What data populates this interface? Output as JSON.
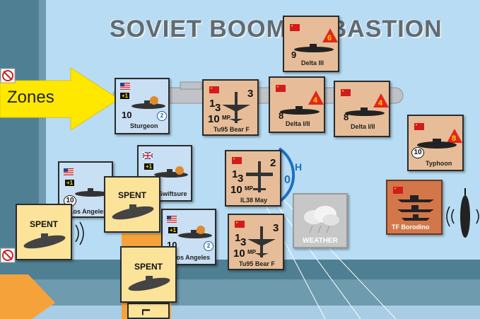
{
  "title": "SOVIET BOOMER BASTION",
  "zones_label": "Zones",
  "bottom_fragment": "es",
  "bottom_digit": "L",
  "arc_labels": {
    "h": "H",
    "zero": "0"
  },
  "colors": {
    "us_counter": "#c9dff4",
    "soviet_counter": "#e6bd98",
    "spent_counter": "#fbe39a",
    "tf_counter": "#d3774a",
    "arrow": "#ffe800",
    "sea": "#b7dcf3"
  },
  "counters": {
    "sturgeon": {
      "name": "Sturgeon",
      "strength": "10",
      "bonus": "+1",
      "circle": "2"
    },
    "swiftsure": {
      "name": "Swiftsure",
      "bonus": "+1"
    },
    "los_angeles_1": {
      "name": "Los Angeles",
      "strength": "10",
      "bonus": "+1"
    },
    "los_angeles_2": {
      "name": "Los Angeles",
      "strength": "10",
      "bonus": "+1",
      "circle": "2"
    },
    "delta_iii": {
      "name": "Delta III",
      "strength": "9",
      "rating": "6"
    },
    "delta_iv_1": {
      "name": "Delta I/II",
      "strength": "8",
      "rating": "4"
    },
    "delta_iv_2": {
      "name": "Delta I/II",
      "strength": "8",
      "rating": "4"
    },
    "typhoon": {
      "name": "Typhoon",
      "strength": "10",
      "rating": "8"
    },
    "tu95_1": {
      "name": "Tu95 Bear F",
      "top_left": "1",
      "top_sub": "3",
      "top_right": "3",
      "strength": "10",
      "mp": "MP"
    },
    "il38": {
      "name": "IL38 May",
      "top_left": "1",
      "top_sub": "3",
      "top_right": "2",
      "strength": "10",
      "mp": "MP"
    },
    "tu95_2": {
      "name": "Tu95 Bear F",
      "top_left": "1",
      "top_sub": "3",
      "top_right": "3",
      "strength": "10",
      "mp": "MP"
    },
    "tf_borodino": {
      "name": "TF Borodino"
    },
    "weather": {
      "name": "WEATHER"
    },
    "spent_1": {
      "label": "SPENT"
    },
    "spent_2": {
      "label": "SPENT"
    },
    "spent_3": {
      "label": "SPENT"
    }
  }
}
